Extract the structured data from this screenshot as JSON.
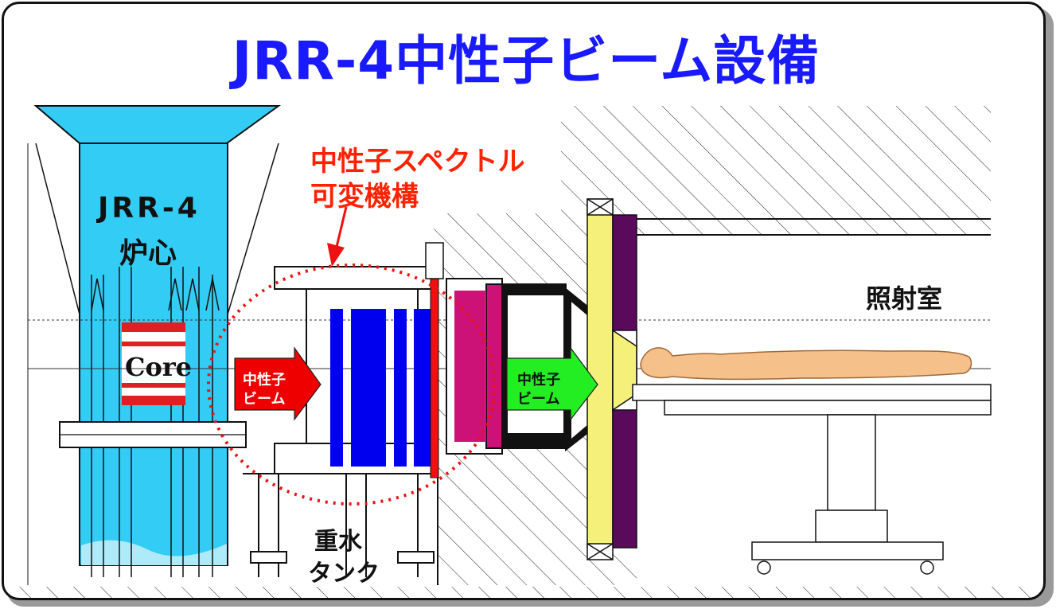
{
  "title": "JRR-4中性子ビーム設備",
  "labels": {
    "spectrum_line1": "中性子スペクトル",
    "spectrum_line2": "可変機構",
    "core_line1": "JRR-4",
    "core_line2": "炉心",
    "core_tag": "Core",
    "beam_left_line1": "中性子",
    "beam_left_line2": "ビーム",
    "beam_right_line1": "中性子",
    "beam_right_line2": "ビーム",
    "tank_line1": "重水",
    "tank_line2": "タンク",
    "room": "照射室"
  },
  "colors": {
    "title": "#1a1aff",
    "spectrum_label": "#ff2200",
    "reactor_water": "#33ccf5",
    "beam_left_arrow": "#ee0000",
    "beam_right_arrow": "#22ee22",
    "filter_plates": "#0000ee",
    "collimator": "#cc1177",
    "shield_yellow": "#f5f07a",
    "shield_purple": "#5a0a5a",
    "patient": "#f5c08a"
  },
  "icons": {
    "human_figure": "patient-figure",
    "arrow_to_mechanism": "pointer-arrow"
  }
}
